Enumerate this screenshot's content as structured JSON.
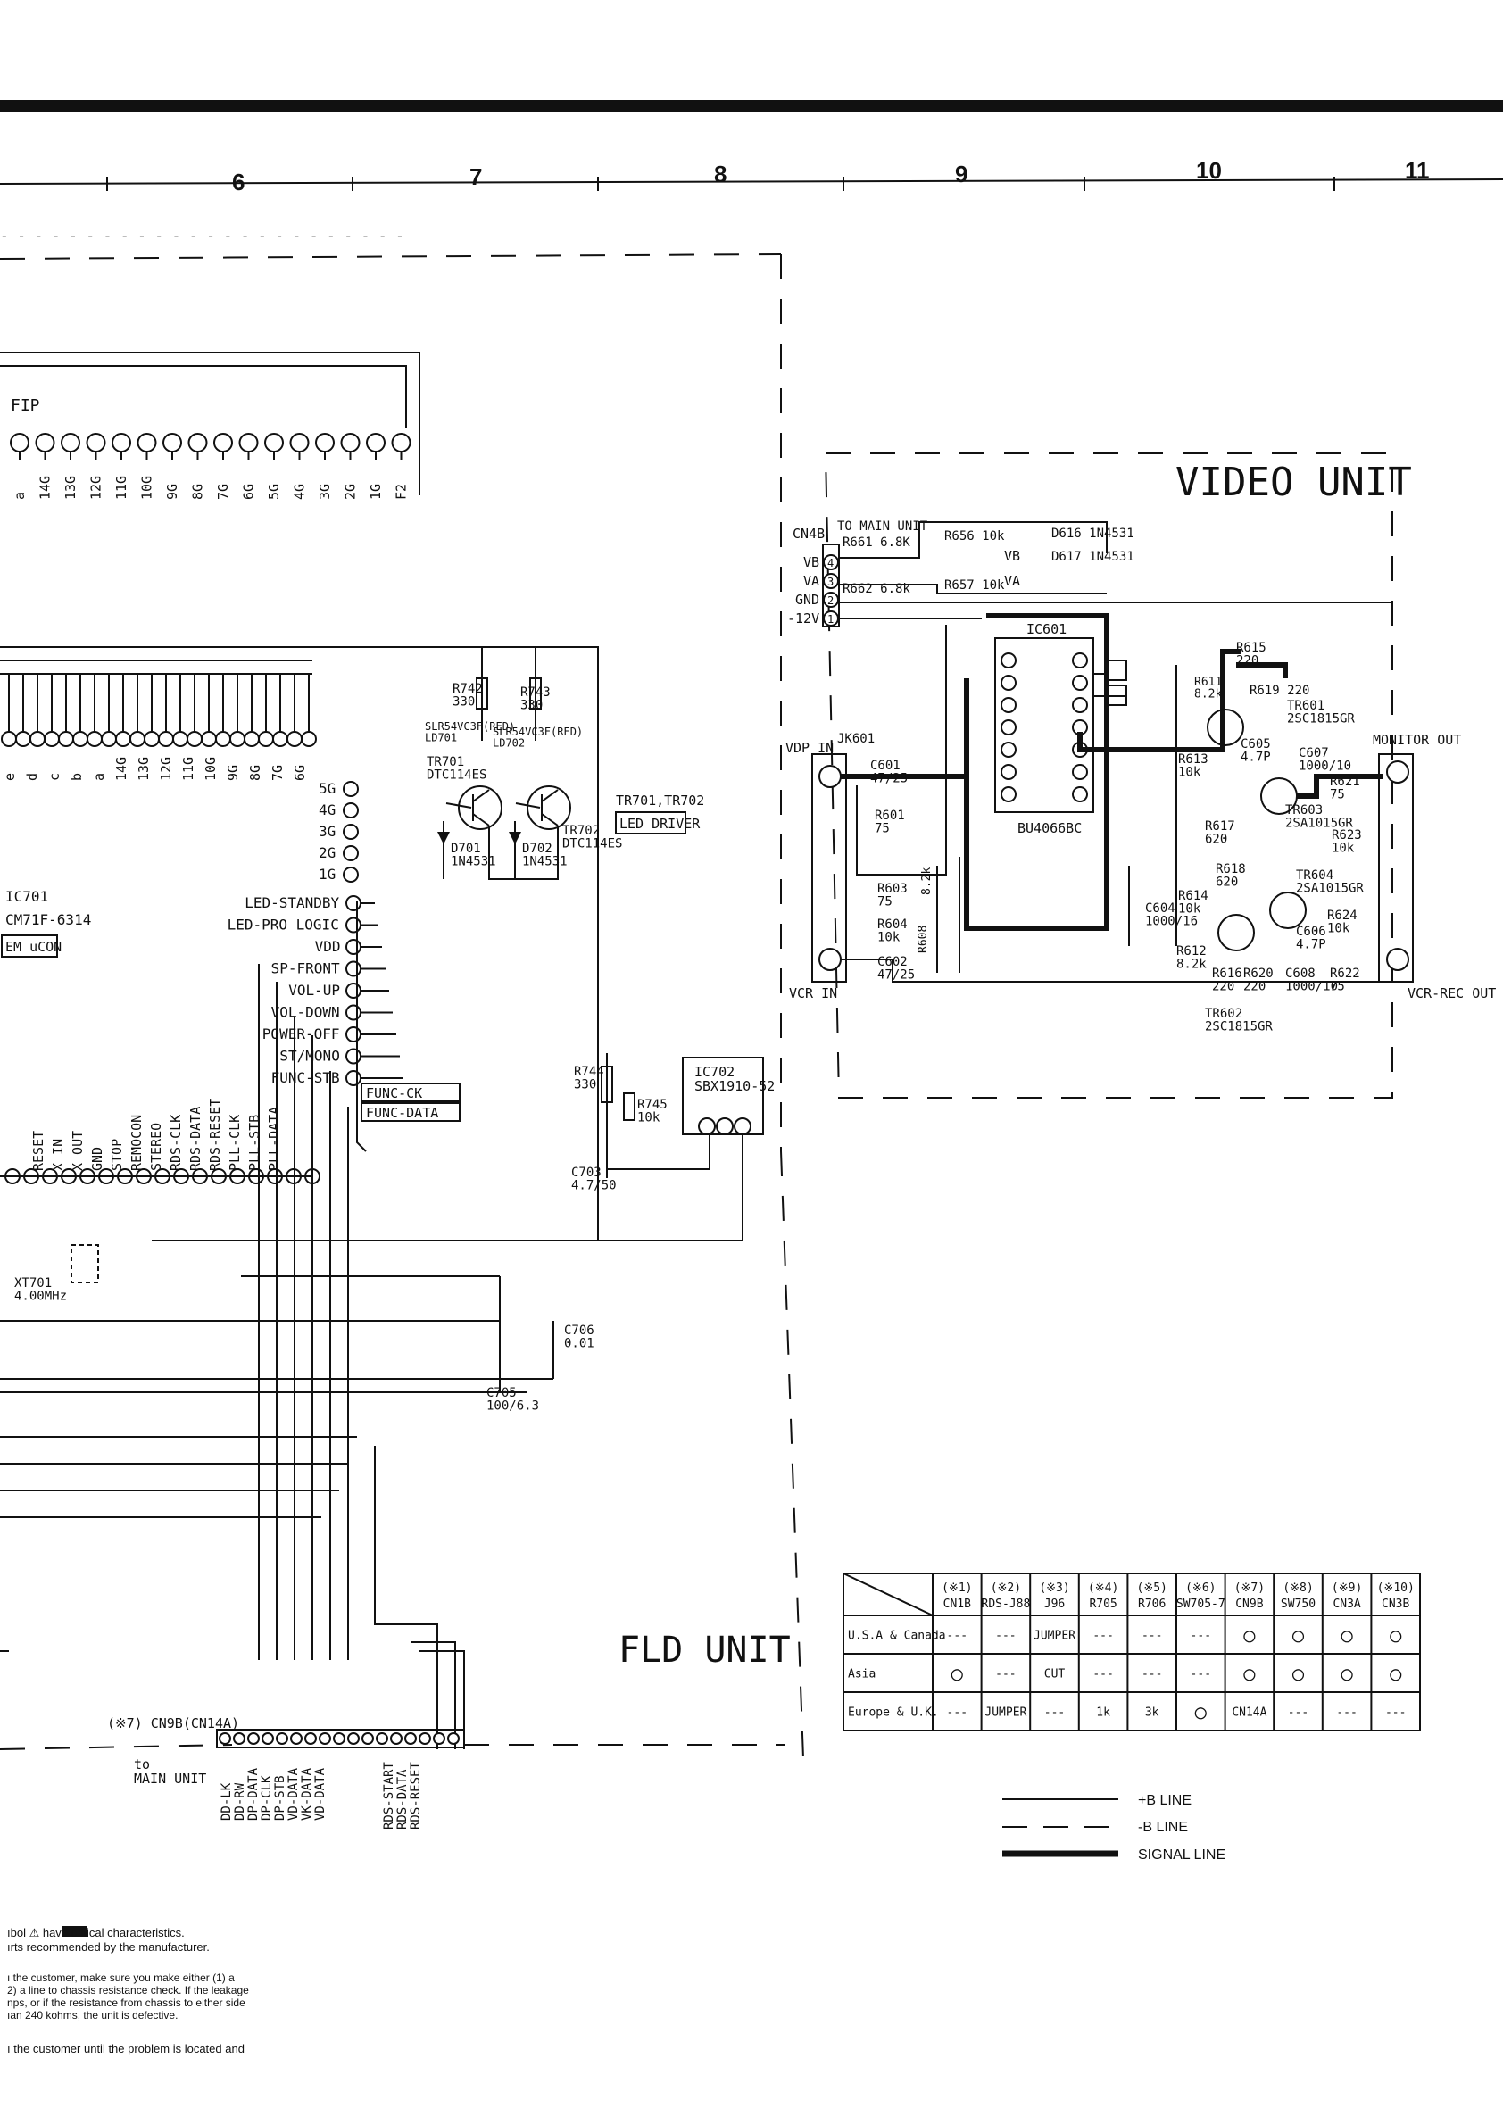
{
  "ruler": {
    "numbers": [
      "6",
      "7",
      "8",
      "9",
      "10",
      "11"
    ]
  },
  "fld_unit": {
    "title": "FLD UNIT",
    "fip_label": "FIP",
    "fip_pin_labels": [
      "a",
      "14G",
      "13G",
      "12G",
      "11G",
      "10G",
      "9G",
      "8G",
      "7G",
      "6G",
      "5G",
      "4G",
      "3G",
      "2G",
      "1G",
      "F2"
    ],
    "grid_labels": [
      "e",
      "d",
      "c",
      "b",
      "a",
      "14G",
      "13G",
      "12G",
      "11G",
      "10G",
      "9G",
      "8G",
      "7G",
      "6G"
    ],
    "grid_right_labels": [
      "5G",
      "4G",
      "3G",
      "2G",
      "1G"
    ],
    "ic701": {
      "ref": "IC701",
      "part": "CM71F-6314",
      "name": "EM uCON"
    },
    "pin_labels": [
      "LED-STANDBY",
      "LED-PRO LOGIC",
      "VDD",
      "SP-FRONT",
      "VOL-UP",
      "VOL-DOWN",
      "POWER-OFF",
      "ST/MONO",
      "FUNC-STB"
    ],
    "func_labels": [
      "FUNC-CK",
      "FUNC-DATA"
    ],
    "bottom_pins": [
      "RESET",
      "X IN",
      "X OUT",
      "GND",
      "STOP",
      "REMOCON",
      "STEREO",
      "RDS-CLK",
      "RDS-DATA",
      "RDS-RESET",
      "PLL-CLK",
      "PLL-STB",
      "PLL-DATA"
    ],
    "components": {
      "r742": "R742\n330",
      "r743": "R743\n330",
      "ld701": "SLR54VC3F(RED)\nLD701",
      "ld702": "SLR54VC3F(RED)\nLD702",
      "tr701": "TR701\nDTC114ES",
      "tr702": "TR702\nDTC114ES",
      "d701": "D701\n1N4531",
      "d702": "D702\n1N4531",
      "led_driver_refs": "TR701,TR702",
      "led_driver": "LED DRIVER",
      "r744": "R744\n330",
      "r745": "R745\n10k",
      "ic702": "IC702\nSBX1910-52",
      "c703": "C703\n4.7/50",
      "c706": "C706\n0.01",
      "c705": "C705\n100/6.3",
      "xt701": "XT701\n4.00MHz"
    },
    "connector": "(※7) CN9B(CN14A)",
    "connector_to": "to\nMAIN UNIT",
    "connector_signals_left": [
      "DD-LK",
      "DD-RW",
      "DP-DATA",
      "DP-CLK",
      "DP-STB",
      "VD-DATA",
      "VK-DATA",
      "VD-DATA"
    ],
    "connector_signals_right": [
      "RDS-START",
      "RDS-DATA",
      "RDS-RESET"
    ]
  },
  "video_unit": {
    "title": "VIDEO UNIT",
    "cn4b": "CN4B",
    "to_main": "TO MAIN UNIT",
    "cn4b_pins": [
      "VB",
      "VA",
      "GND",
      "-12V"
    ],
    "cn4b_nums": [
      "4",
      "3",
      "2",
      "1"
    ],
    "components": {
      "r661": "R661  6.8K",
      "r662": "R662  6.8k",
      "r656": "R656  10k",
      "r657": "R657  10k",
      "d616": "D616 1N4531",
      "d617": "D617 1N4531",
      "vb": "VB",
      "va": "VA",
      "ic601": "IC601",
      "ic601_part": "BU4066BC",
      "jk601": "JK601",
      "vdp_in": "VDP IN",
      "vcr_in": "VCR IN",
      "monitor_out": "MONITOR OUT",
      "vcr_rec_out": "VCR-REC OUT",
      "c601": "C601\n47/25",
      "r601": "R601\n75",
      "r603": "R603\n75",
      "r604": "R604\n10k",
      "c602": "C602\n47/25",
      "r608": "R608",
      "r8_2k": "8.2k",
      "c604": "C604\n1000/16",
      "r611": "R611\n8.2k",
      "r615": "R615\n220",
      "r619": "R619 220",
      "tr601": "TR601\n2SC1815GR",
      "c605": "C605\n4.7P",
      "r613": "R613\n10k",
      "c607": "C607\n1000/10",
      "r621": "R621\n75",
      "tr603": "TR603\n2SA1015GR",
      "r617": "R617\n620",
      "r623": "R623\n10k",
      "r618": "R618\n620",
      "r614": "R614\n10k",
      "tr604": "TR604\n2SA1015GR",
      "r624": "R624\n10k",
      "c606": "C606\n4.7P",
      "r612": "R612\n8.2k",
      "r616": "R616\n220",
      "r620": "R620\n220",
      "c608": "C608\n1000/10",
      "r622": "R622\n75",
      "tr602": "TR602\n2SC1815GR"
    }
  },
  "table": {
    "headers": [
      {
        "mark": "(※1)",
        "name": "CN1B"
      },
      {
        "mark": "(※2)",
        "name": "RDS-J88"
      },
      {
        "mark": "(※3)",
        "name": "J96"
      },
      {
        "mark": "(※4)",
        "name": "R705"
      },
      {
        "mark": "(※5)",
        "name": "R706"
      },
      {
        "mark": "(※6)",
        "name": "SW705-7"
      },
      {
        "mark": "(※7)",
        "name": "CN9B"
      },
      {
        "mark": "(※8)",
        "name": "SW750"
      },
      {
        "mark": "(※9)",
        "name": "CN3A"
      },
      {
        "mark": "(※10)",
        "name": "CN3B"
      }
    ],
    "rows": [
      {
        "region": "U.S.A & Canada",
        "cells": [
          "---",
          "---",
          "JUMPER",
          "---",
          "---",
          "---",
          "○",
          "○",
          "○",
          "○"
        ]
      },
      {
        "region": "Asia",
        "cells": [
          "○",
          "---",
          "CUT",
          "---",
          "---",
          "---",
          "○",
          "○",
          "○",
          "○"
        ]
      },
      {
        "region": "Europe & U.K.",
        "cells": [
          "---",
          "JUMPER",
          "---",
          "1k",
          "3k",
          "○",
          "CN14A",
          "---",
          "---",
          "---"
        ]
      }
    ]
  },
  "legend": [
    {
      "style": "solid",
      "label": "+B  LINE"
    },
    {
      "style": "dashed",
      "label": "-B  LINE"
    },
    {
      "style": "thick",
      "label": "SIGNAL  LINE"
    }
  ],
  "notes": [
    "ıbol  ⚠       have critical characteristics.",
    "ırts recommended by the manufacturer.",
    "ı the customer, make sure you make either (1) a",
    "2) a line to chassis resistance check. If the leakage",
    "nps, or if the resistance from chassis to either side",
    "ıan 240 kohms, the unit is defective.",
    "ı the customer until the problem is located and"
  ]
}
